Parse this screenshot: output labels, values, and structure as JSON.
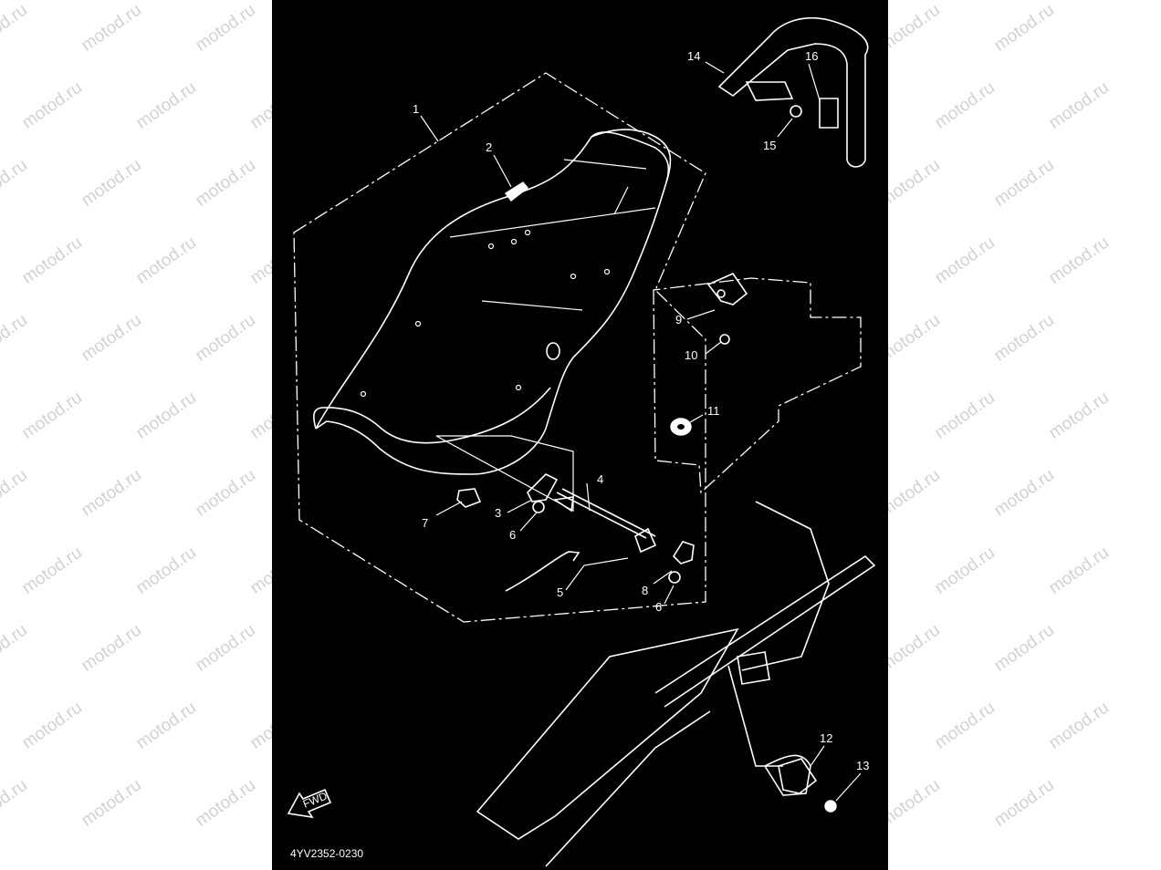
{
  "watermark": {
    "text": "motod.ru"
  },
  "diagram": {
    "code": "4YV2352-0230",
    "fwd_label": "FWD",
    "callouts": [
      "1",
      "2",
      "3",
      "4",
      "5",
      "6",
      "7",
      "8",
      "6",
      "9",
      "10",
      "11",
      "12",
      "13",
      "14",
      "15",
      "16"
    ]
  }
}
